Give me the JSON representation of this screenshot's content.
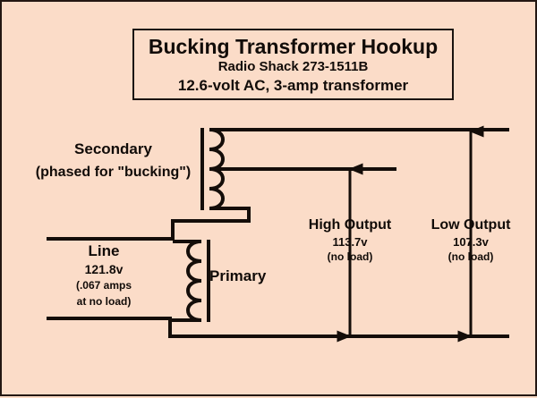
{
  "page": {
    "background_color": "#fbdcc8",
    "line_color": "#140d09",
    "border_color": "#231712"
  },
  "title_box": {
    "heading": "Bucking Transformer Hookup",
    "part": "Radio Shack 273-1511B",
    "spec": "12.6-volt AC, 3-amp transformer"
  },
  "labels": {
    "secondary_line1": "Secondary",
    "secondary_line2": "(phased for \"bucking\")",
    "primary": "Primary",
    "line_title": "Line",
    "line_voltage": "121.8v",
    "line_current": "(.067 amps",
    "line_current_cont": "at no load)"
  },
  "measurements": [
    {
      "name": "high-output",
      "title": "High Output",
      "value": "113.7v",
      "note": "(no load)"
    },
    {
      "name": "low-output",
      "title": "Low Output",
      "value": "107.3v",
      "note": "(no load)"
    }
  ]
}
